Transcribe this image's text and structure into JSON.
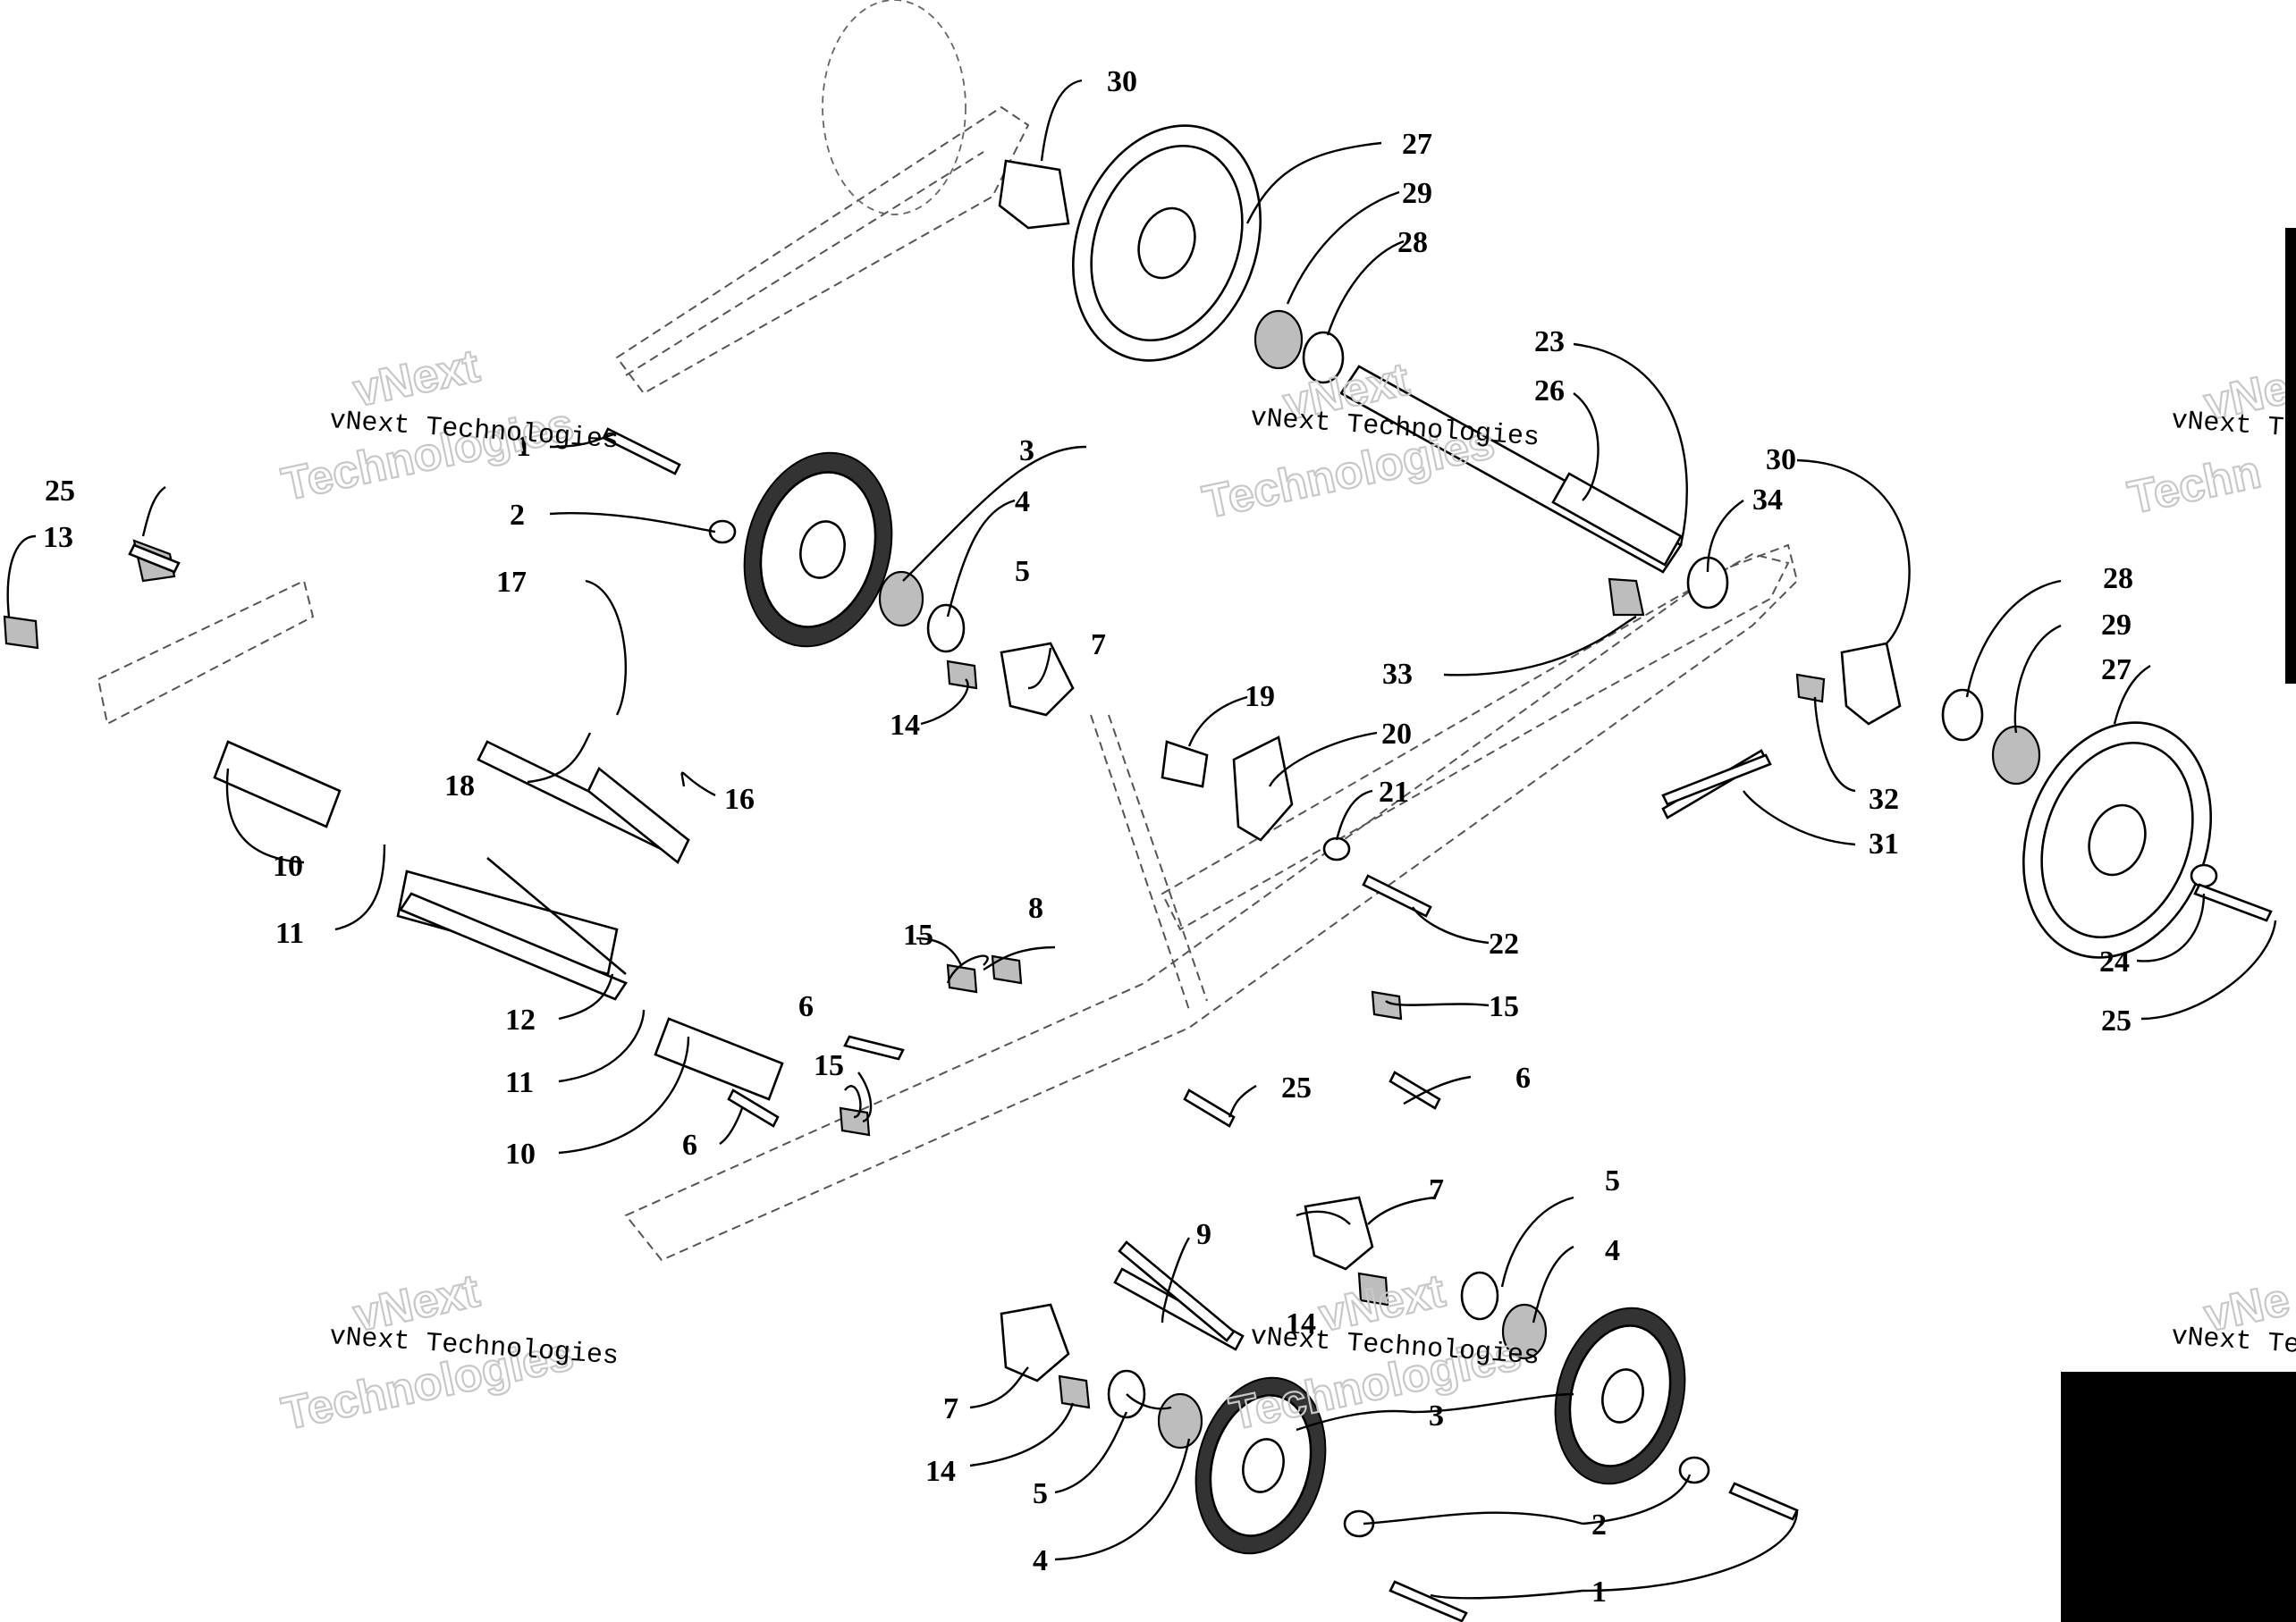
{
  "watermark": {
    "company": "vNext Technologies",
    "line1": "vNext",
    "line2": "Technologies",
    "partial_company": "vNext Te",
    "partial_line1": "vNe",
    "partial_line2": "Techn"
  },
  "callouts": [
    "1",
    "1",
    "1",
    "2",
    "2",
    "2",
    "3",
    "3",
    "4",
    "4",
    "4",
    "5",
    "5",
    "5",
    "6",
    "6",
    "6",
    "7",
    "7",
    "7",
    "8",
    "9",
    "10",
    "10",
    "11",
    "11",
    "12",
    "13",
    "14",
    "14",
    "14",
    "15",
    "15",
    "15",
    "15",
    "16",
    "17",
    "18",
    "19",
    "20",
    "21",
    "22",
    "23",
    "24",
    "25",
    "25",
    "25",
    "26",
    "27",
    "27",
    "28",
    "28",
    "29",
    "29",
    "30",
    "30",
    "31",
    "32",
    "33",
    "34"
  ],
  "colors": {
    "ink": "#000000",
    "watermark_outline": "#c8c8c8",
    "background": "#ffffff"
  }
}
